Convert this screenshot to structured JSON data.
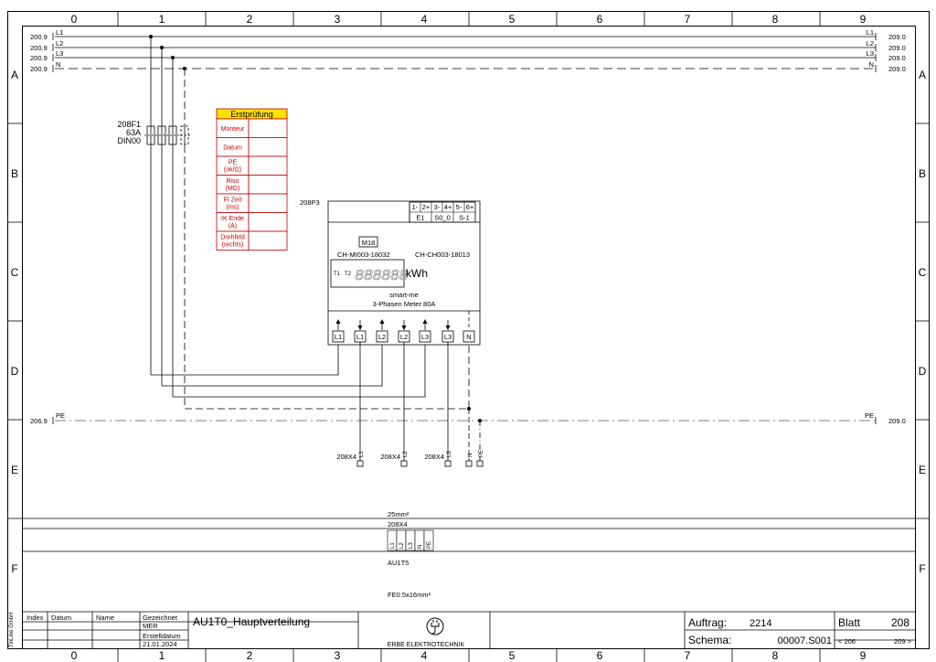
{
  "grid": {
    "columns": [
      "0",
      "1",
      "2",
      "3",
      "4",
      "5",
      "6",
      "7",
      "8",
      "9"
    ],
    "rows": [
      "A",
      "B",
      "C",
      "D",
      "E",
      "F"
    ]
  },
  "buses": {
    "left_refs": [
      "200.9",
      "200.9",
      "200.9",
      "200.9"
    ],
    "labels": [
      "L1",
      "L2",
      "L3",
      "N"
    ],
    "right_refs": [
      "209.0",
      "209.0",
      "209.0",
      "209.0"
    ],
    "pe_left_ref": "206.9",
    "pe_label": "PE",
    "pe_right_ref": "209.0"
  },
  "fuse": {
    "tag": "208F1",
    "rating": "63A",
    "type": "DIN00"
  },
  "erstpruefung": {
    "title": "Erstprüfung",
    "rows": [
      [
        "Monteur"
      ],
      [
        "Datum"
      ],
      [
        "PE",
        "(ok/Ω)"
      ],
      [
        "Riso",
        "(MΩ)"
      ],
      [
        "FI Zeit",
        "(ms)"
      ],
      [
        "IK Ende",
        "(A)"
      ],
      [
        "Drehfeld",
        "(rechts)"
      ]
    ]
  },
  "meter": {
    "tag": "208P3",
    "io_top": [
      "1-",
      "2+",
      "3-",
      "4+",
      "5-",
      "6+"
    ],
    "io_bottom": [
      "E1",
      "S0_0",
      "S-1"
    ],
    "module": "M18",
    "part_left": "CH-MI003-18032",
    "part_right": "CH-CH003-18013",
    "tariff_1": "T1",
    "tariff_2": "T2",
    "display_digits": "888888",
    "unit": "kWh",
    "brand": "smart-me",
    "description": "3-Phasen Meter 80A",
    "terminals": [
      "L1",
      "L1",
      "L2",
      "L2",
      "L3",
      "L3",
      "N"
    ]
  },
  "terminals": {
    "groups": [
      {
        "tag": "208X4",
        "label": "L1"
      },
      {
        "tag": "208X4",
        "label": "L2"
      },
      {
        "tag": "208X4",
        "label": "L3"
      }
    ],
    "n_label": "N",
    "pe_label": "PE"
  },
  "cable": {
    "cross_section": "25mm²",
    "strip": "208X4",
    "wires": [
      "L1",
      "L2",
      "L3",
      "N",
      "PE"
    ],
    "destination": "AU1T5",
    "cable_type": "FE0 5x16mm²"
  },
  "title_block": {
    "vendor": "TinLine GmbH",
    "index_label": "Index",
    "date_label": "Datum",
    "name_label": "Name",
    "drawn_label": "Gezeichnet",
    "drawn_by": "MER",
    "created_label": "Erstelldatum",
    "created_date": "21.01.2024",
    "title": "AU1T0_Hauptverteilung",
    "company": "ERBE ELEKTROTECHNIK",
    "order_label": "Auftrag:",
    "order_value": "2214",
    "schema_label": "Schema:",
    "schema_value": "00007.S001",
    "sheet_label": "Blatt",
    "sheet_value": "208",
    "prev_sheet": "< 206",
    "next_sheet": "209 >"
  }
}
